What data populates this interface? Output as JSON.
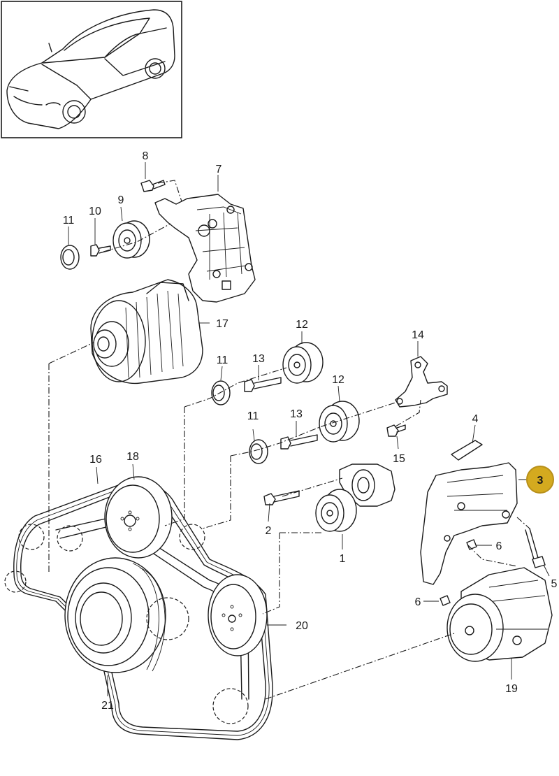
{
  "diagram": {
    "highlight_color": "#d4aa1f",
    "callouts": [
      {
        "id": "8",
        "label": "8"
      },
      {
        "id": "7",
        "label": "7"
      },
      {
        "id": "9",
        "label": "9"
      },
      {
        "id": "10",
        "label": "10"
      },
      {
        "id": "11a",
        "label": "11"
      },
      {
        "id": "17",
        "label": "17"
      },
      {
        "id": "12a",
        "label": "12"
      },
      {
        "id": "14",
        "label": "14"
      },
      {
        "id": "11b",
        "label": "11"
      },
      {
        "id": "13a",
        "label": "13"
      },
      {
        "id": "12b",
        "label": "12"
      },
      {
        "id": "4",
        "label": "4"
      },
      {
        "id": "11c",
        "label": "11"
      },
      {
        "id": "13b",
        "label": "13"
      },
      {
        "id": "15",
        "label": "15"
      },
      {
        "id": "16",
        "label": "16"
      },
      {
        "id": "18",
        "label": "18"
      },
      {
        "id": "3",
        "label": "3",
        "highlighted": true
      },
      {
        "id": "2",
        "label": "2"
      },
      {
        "id": "1",
        "label": "1"
      },
      {
        "id": "6a",
        "label": "6"
      },
      {
        "id": "5",
        "label": "5"
      },
      {
        "id": "6b",
        "label": "6"
      },
      {
        "id": "20",
        "label": "20"
      },
      {
        "id": "19",
        "label": "19"
      },
      {
        "id": "21",
        "label": "21"
      }
    ]
  }
}
